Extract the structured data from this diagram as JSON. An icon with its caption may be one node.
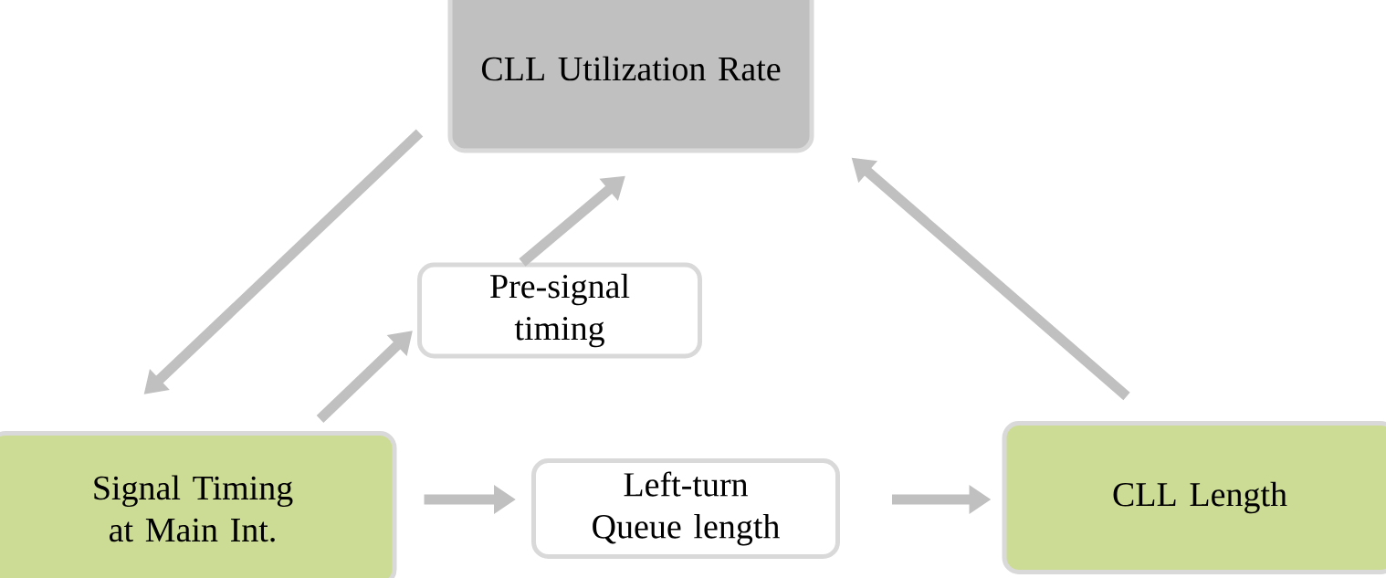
{
  "diagram": {
    "nodes": [
      {
        "text": [
          "CLL Utilization Rate"
        ]
      },
      {
        "text": [
          "Pre-signal timing"
        ]
      },
      {
        "text": [
          "Signal Timing at Main Int."
        ]
      },
      {
        "text": [
          "Left-turn Queue length"
        ]
      },
      {
        "text": [
          "CLL Length"
        ]
      }
    ],
    "edges": [
      {
        "from": 0,
        "to": 2,
        "arrow": "to"
      },
      {
        "from": 2,
        "to": 1,
        "arrow": "to"
      },
      {
        "from": 1,
        "to": 0,
        "arrow": "to"
      },
      {
        "from": 2,
        "to": 3,
        "arrow": "to"
      },
      {
        "from": 3,
        "to": 4,
        "arrow": "to"
      },
      {
        "from": 4,
        "to": 0,
        "arrow": "to"
      }
    ]
  }
}
